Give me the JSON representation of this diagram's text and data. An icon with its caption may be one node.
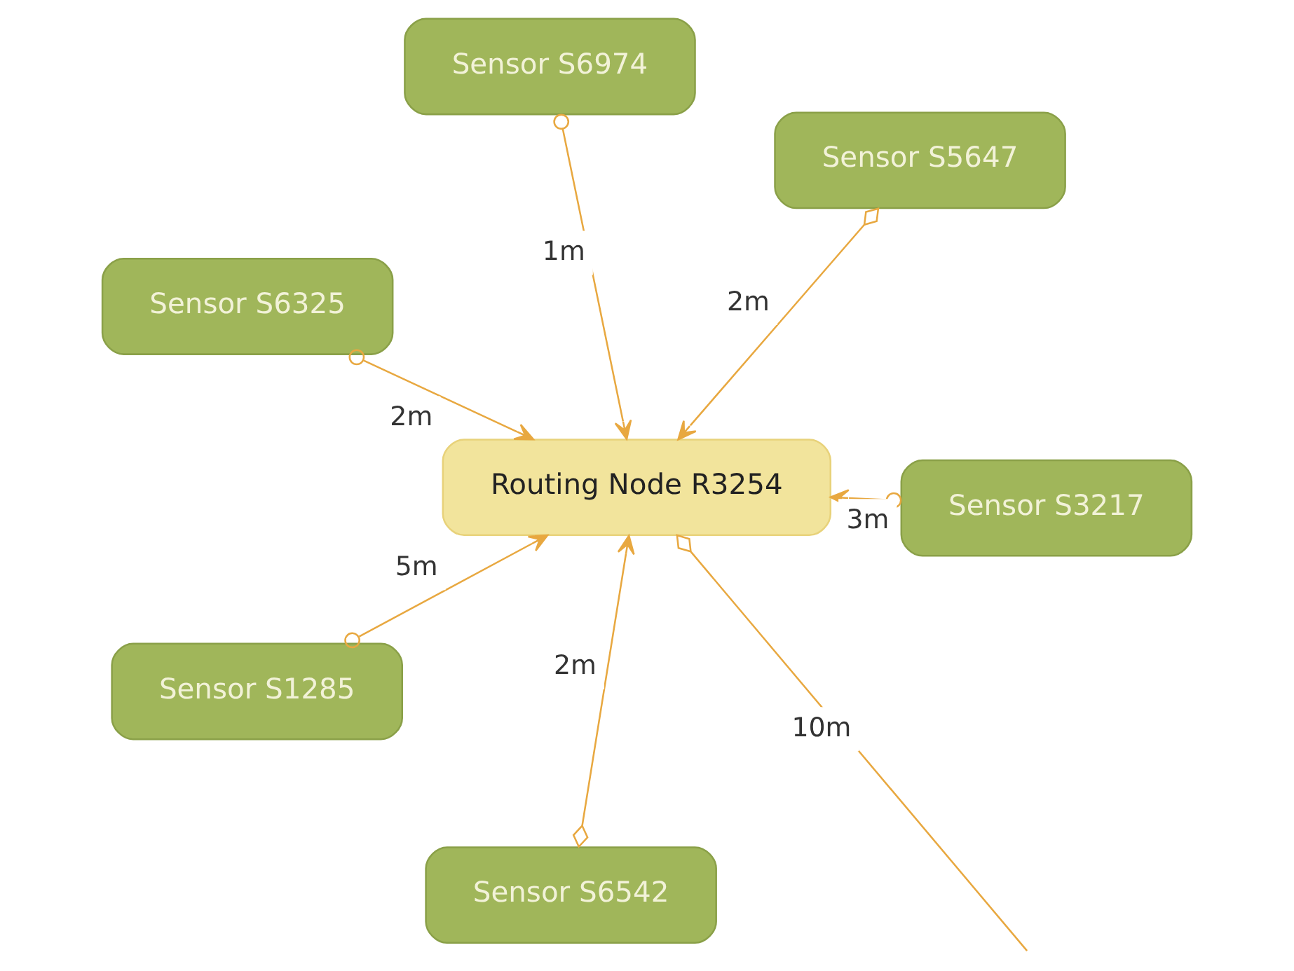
{
  "diagram": {
    "nodes": [
      {
        "text": [
          "Routing Node R3254"
        ]
      },
      {
        "text": [
          "Sensor S3217"
        ]
      },
      {
        "text": [
          "Sensor S6542"
        ]
      },
      {
        "text": [
          "Sensor S6325"
        ]
      },
      {
        "text": [
          "Sensor S5647"
        ]
      },
      {
        "text": [
          "Sensor S6974"
        ]
      },
      {
        "text": [
          "Sensor S1285"
        ]
      }
    ],
    "edges": [
      {
        "from": 2,
        "to": 0,
        "arrow": "to",
        "label": "2m"
      },
      {
        "from": 1,
        "to": 0,
        "arrow": "to",
        "label": "3m"
      },
      {
        "from": 3,
        "to": 0,
        "arrow": "to",
        "label": "2m"
      },
      {
        "from": 4,
        "to": 0,
        "arrow": "to",
        "label": "2m"
      },
      {
        "from": 5,
        "to": 0,
        "arrow": "to",
        "label": "1m"
      },
      {
        "from": 6,
        "to": 0,
        "arrow": "to",
        "label": "5m"
      },
      {
        "from": 0,
        "to": null,
        "arrow": "other",
        "label": "10m"
      }
    ]
  }
}
